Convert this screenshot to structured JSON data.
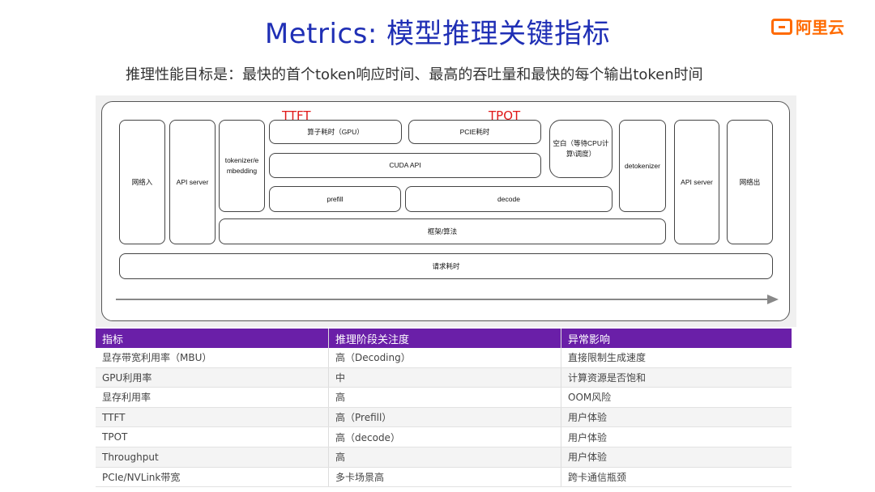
{
  "slide": {
    "title": "Metrics: 模型推理关键指标",
    "subtitle": "推理性能目标是：最快的首个token响应时间、最高的吞吐量和最快的每个输出token时间",
    "logo_text": "阿里云",
    "accent_color": "#1f2fb5",
    "table_header_color": "#6a1fa8"
  },
  "diagram": {
    "ttft_label": "TTFT",
    "tpot_label": "TPOT",
    "network_in": "网络入",
    "api_server_left": "API server",
    "tokenizer": "tokenizer/e mbedding",
    "operator_time": "算子耗时（GPU）",
    "pcie_time": "PCIE耗时",
    "idle": "空白（等待CPU计算\\调度）",
    "cuda_api": "CUDA API",
    "prefill": "prefill",
    "decode": "decode",
    "detokenizer": "detokenizer",
    "api_server_right": "API server",
    "network_out": "网络出",
    "framework": "框架/算法",
    "request_time": "请求耗时"
  },
  "table": {
    "headers": [
      "指标",
      "推理阶段关注度",
      "异常影响"
    ],
    "rows": [
      [
        "显存带宽利用率（MBU）",
        "高（Decoding）",
        "直接限制生成速度"
      ],
      [
        "GPU利用率",
        "中",
        "计算资源是否饱和"
      ],
      [
        "显存利用率",
        "高",
        "OOM风险"
      ],
      [
        "TTFT",
        "高（Prefill）",
        "用户体验"
      ],
      [
        "TPOT",
        "高（decode）",
        "用户体验"
      ],
      [
        "Throughput",
        "高",
        "用户体验"
      ],
      [
        "PCIe/NVLink带宽",
        "多卡场景高",
        "跨卡通信瓶颈"
      ]
    ]
  }
}
